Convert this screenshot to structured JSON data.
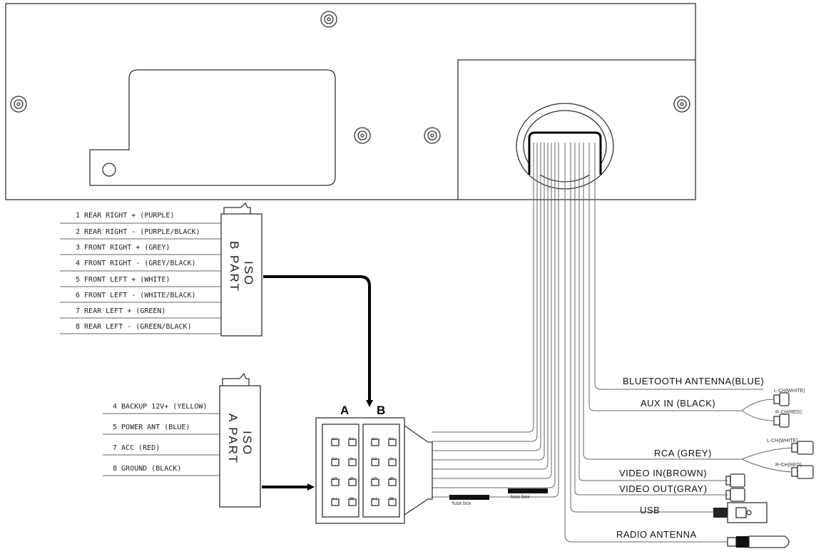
{
  "iso_b": {
    "label": "ISO\nB PART",
    "label_line1": "ISO",
    "label_line2": "B PART",
    "wires": [
      "1 REAR RIGHT + (PURPLE)",
      "2 REAR RIGHT - (PURPLE/BLACK)",
      "3 FRONT RIGHT + (GREY)",
      "4 FRONT RIGHT - (GREY/BLACK)",
      "5 FRONT LEFT + (WHITE)",
      "6 FRONT LEFT - (WHITE/BLACK)",
      "7 REAR LEFT + (GREEN)",
      "8 REAR LEFT - (GREEN/BLACK)"
    ]
  },
  "iso_a": {
    "label_line1": "ISO",
    "label_line2": "A PART",
    "wires": [
      "4 BACKUP 12V+ (YELLOW)",
      "5 POWER ANT (BLUE)",
      "7 ACC (RED)",
      "8 GROUND (BLACK)"
    ]
  },
  "connector": {
    "label_a": "A",
    "label_b": "B",
    "pins": [
      "1",
      "2",
      "3",
      "4",
      "5",
      "6",
      "7",
      "8"
    ]
  },
  "right_harness": {
    "bluetooth": "BLUETOOTH ANTENNA(BLUE)",
    "aux": "AUX IN (BLACK)",
    "aux_l": "L-CH(WHITE)",
    "aux_r": "R-CH(RED)",
    "rca": "RCA (GREY)",
    "rca_l": "L-CH(WHITE)",
    "rca_r": "R-CH(RED)",
    "video_in": "VIDEO IN(BROWN)",
    "video_out": "VIDEO OUT(GRAY)",
    "usb": "USB",
    "radio": "RADIO ANTENNA"
  }
}
